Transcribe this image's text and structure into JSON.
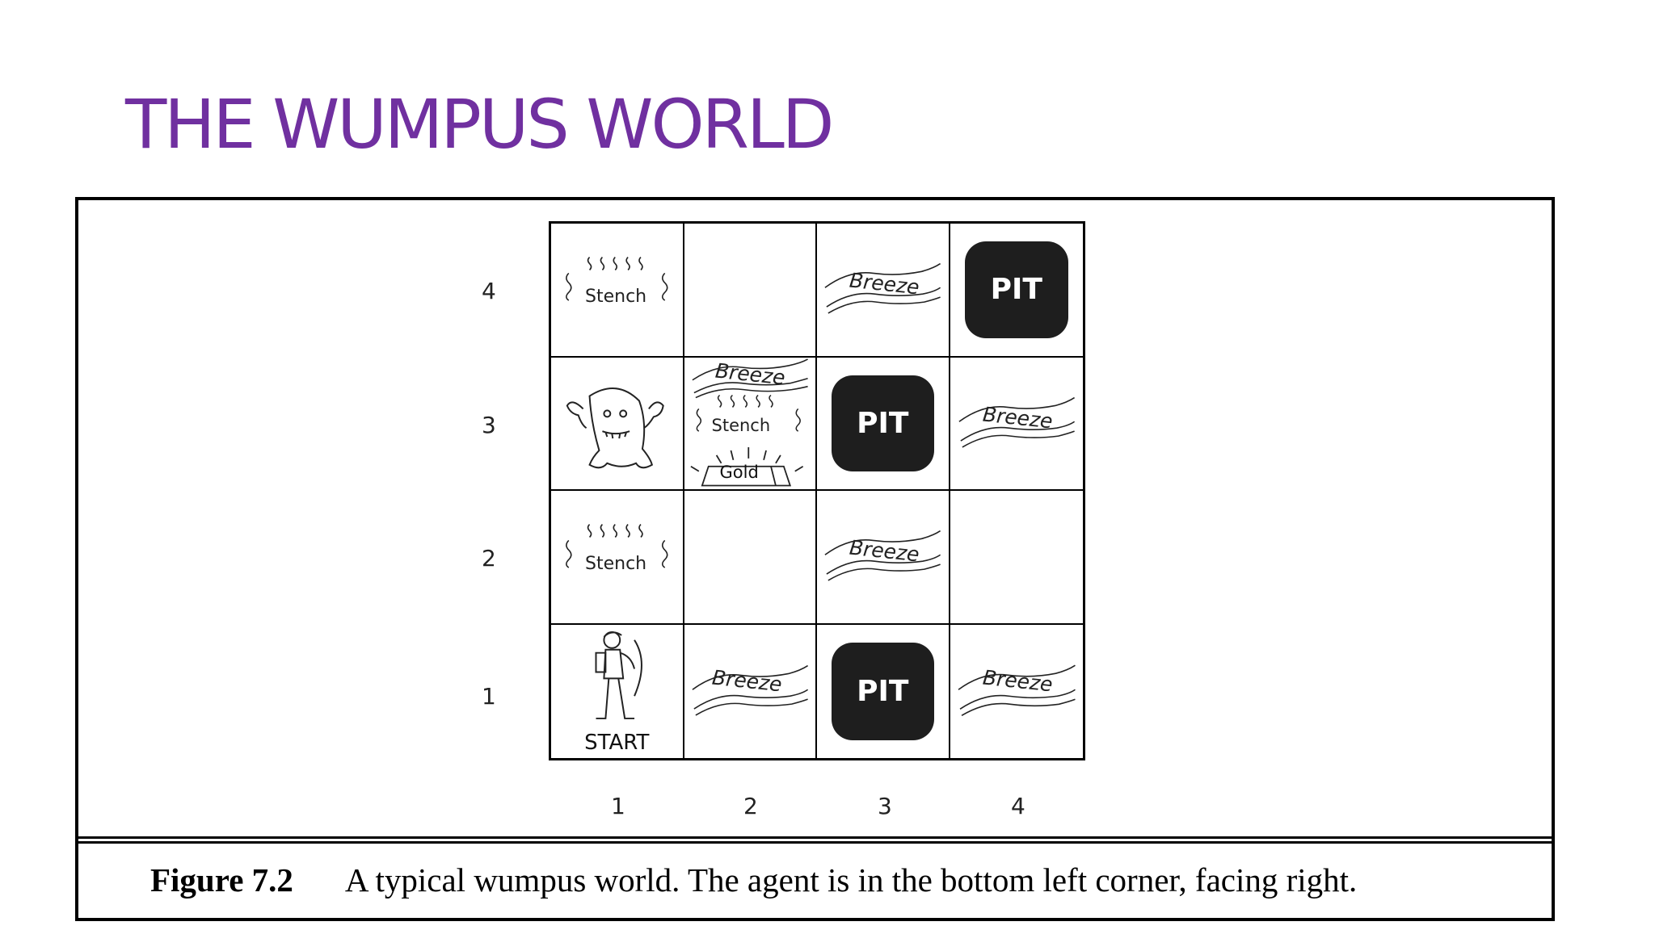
{
  "slide": {
    "title": "THE WUMPUS WORLD"
  },
  "grid": {
    "row_labels": [
      "4",
      "3",
      "2",
      "1"
    ],
    "col_labels": [
      "1",
      "2",
      "3",
      "4"
    ],
    "cells": {
      "r4c1": {
        "stench": "Stench"
      },
      "r4c3": {
        "breeze": "Breeze"
      },
      "r4c4": {
        "pit": "PIT"
      },
      "r3c1": {
        "wumpus": true
      },
      "r3c2": {
        "breeze": "Breeze",
        "stench": "Stench",
        "gold": "Gold"
      },
      "r3c3": {
        "pit": "PIT"
      },
      "r3c4": {
        "breeze": "Breeze"
      },
      "r2c1": {
        "stench": "Stench"
      },
      "r2c3": {
        "breeze": "Breeze"
      },
      "r1c1": {
        "agent": true,
        "start": "START"
      },
      "r1c2": {
        "breeze": "Breeze"
      },
      "r1c3": {
        "pit": "PIT"
      },
      "r1c4": {
        "breeze": "Breeze"
      }
    }
  },
  "caption": {
    "number": "Figure 7.2",
    "text": "A typical wumpus world. The agent is in the bottom left corner, facing right."
  }
}
